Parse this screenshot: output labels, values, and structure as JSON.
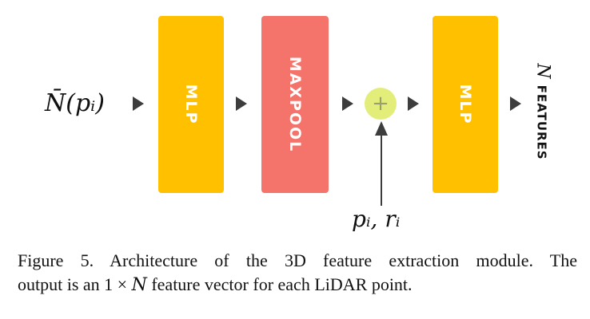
{
  "diagram": {
    "input_label": "N̄(pᵢ)",
    "blocks": [
      {
        "label": "MLP",
        "color": "#FFC000"
      },
      {
        "label": "MAXPOOL",
        "color": "#F4736A"
      },
      {
        "label": "MLP",
        "color": "#FFC000"
      }
    ],
    "plus_symbol": "+",
    "plus_color": "#E3EE7A",
    "side_input_label": "pᵢ, rᵢ",
    "output_symbol": "N",
    "output_word": "FEATURES"
  },
  "caption": {
    "line1_prefix": "Figure 5. Architecture of the 3D feature extraction module. The",
    "line2_prefix": "output is an ",
    "math_one": "1",
    "math_times": "×",
    "math_N": "N",
    "line2_suffix": " feature vector for each LiDAR point."
  }
}
